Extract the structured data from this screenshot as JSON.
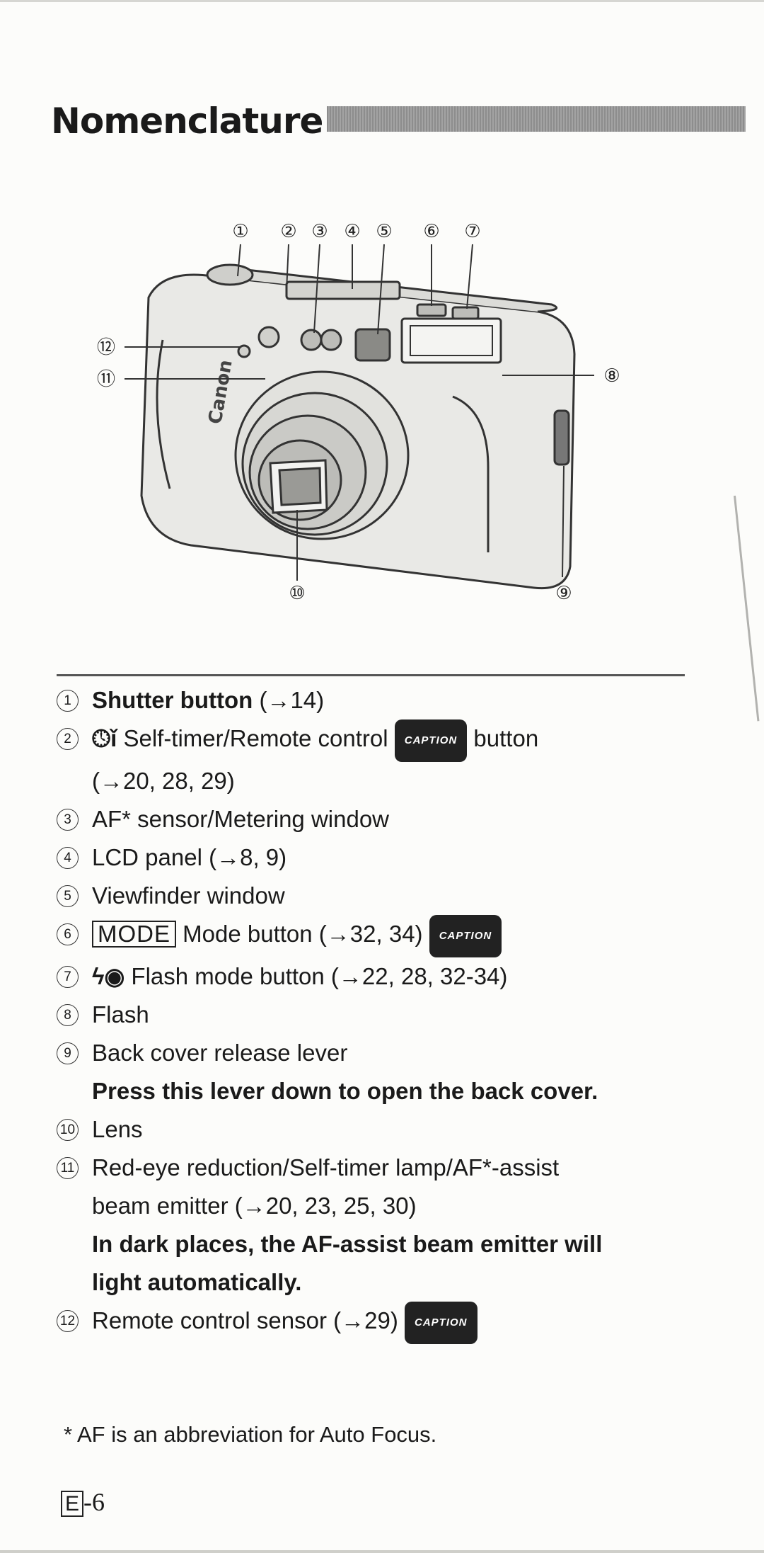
{
  "title": "Nomenclature",
  "callout_numbers": [
    "①",
    "②",
    "③",
    "④",
    "⑤",
    "⑥",
    "⑦",
    "⑧",
    "⑨",
    "⑩",
    "⑪",
    "⑫"
  ],
  "camera_brand": "Canon",
  "items": [
    {
      "num": "1",
      "text": "Shutter button",
      "ref": " (→14)"
    },
    {
      "num": "2",
      "icon": "self-timer-remote-icon",
      "icon_glyph": "🕓︎ǐ",
      "text": " Self-timer/Remote control ",
      "badge": "CAPTION",
      "text2": " button",
      "line2": "(→20, 28, 29)"
    },
    {
      "num": "3",
      "text": "AF* sensor/Metering window"
    },
    {
      "num": "4",
      "text": "LCD panel (→8, 9)"
    },
    {
      "num": "5",
      "text": "Viewfinder window"
    },
    {
      "num": "6",
      "mode_key": "MODE",
      "text": " Mode button (→32, 34) ",
      "badge": "CAPTION"
    },
    {
      "num": "7",
      "icon": "flash-red-eye-icon",
      "icon_glyph": "ϟ◉",
      "text": " Flash mode button (→22, 28, 32-34)"
    },
    {
      "num": "8",
      "text": "Flash"
    },
    {
      "num": "9",
      "text": "Back cover release lever",
      "bold_note": "Press this lever down to open the back cover."
    },
    {
      "num": "10",
      "text": "Lens"
    },
    {
      "num": "11",
      "text": "Red-eye reduction/Self-timer lamp/AF*-assist",
      "line2": "beam emitter (→20, 23, 25, 30)",
      "bold_note": "In dark places, the AF-assist beam emitter will",
      "bold_note2": "light automatically."
    },
    {
      "num": "12",
      "text": "Remote control sensor (→29) ",
      "badge": "CAPTION"
    }
  ],
  "footnote": "* AF is an abbreviation for Auto Focus.",
  "page": {
    "letter": "E",
    "number": "-6"
  }
}
